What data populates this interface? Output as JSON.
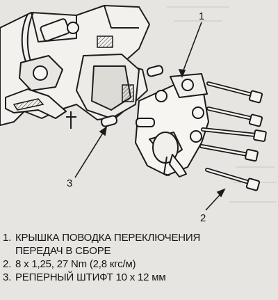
{
  "diagram": {
    "callouts": [
      "1",
      "2",
      "3"
    ]
  },
  "legend": [
    {
      "num": "1.",
      "lines": [
        "КРЫШКА  ПОВОДКА  ПЕРЕКЛЮЧЕНИЯ",
        "ПЕРЕДАЧ В СБОРЕ"
      ]
    },
    {
      "num": "2.",
      "lines": [
        "8 x 1,25, 27 Nm (2,8 кгс/м)"
      ]
    },
    {
      "num": "3.",
      "lines": [
        "РЕПЕРНЫЙ ШТИФТ 10 x 12 мм"
      ]
    }
  ]
}
